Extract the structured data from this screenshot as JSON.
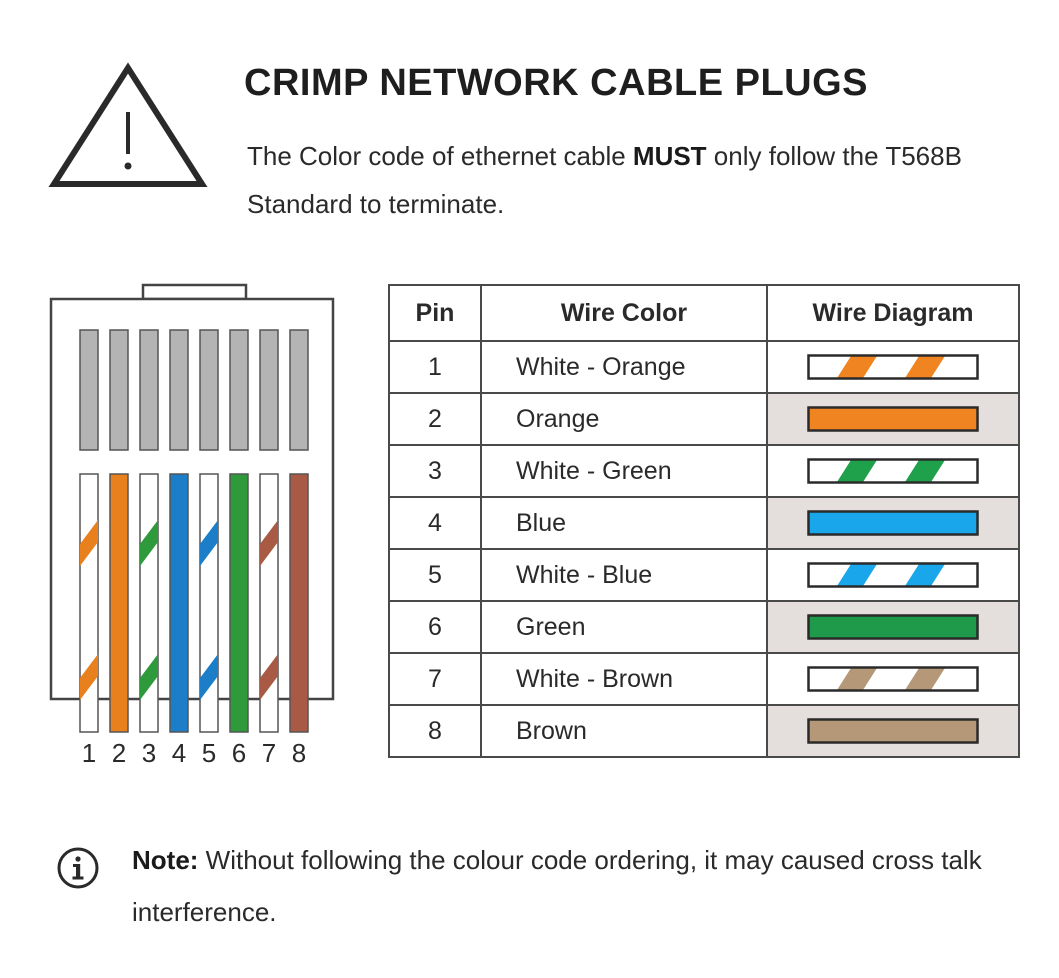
{
  "header": {
    "title": "CRIMP NETWORK CABLE PLUGS",
    "subtitle_pre": "The Color code of ethernet cable ",
    "subtitle_emph": "MUST",
    "subtitle_post": " only follow the T568B Standard to terminate."
  },
  "icons": {
    "warning": "warning-triangle-icon",
    "info": "info-circle-icon"
  },
  "connector": {
    "pin_numbers": [
      "1",
      "2",
      "3",
      "4",
      "5",
      "6",
      "7",
      "8"
    ]
  },
  "table": {
    "headers": [
      "Pin",
      "Wire Color",
      "Wire Diagram"
    ],
    "rows": [
      {
        "pin": "1",
        "color_name": "White - Orange",
        "hex": "#f08420",
        "striped": true
      },
      {
        "pin": "2",
        "color_name": "Orange",
        "hex": "#f08420",
        "striped": false
      },
      {
        "pin": "3",
        "color_name": "White - Green",
        "hex": "#1fa04a",
        "striped": true
      },
      {
        "pin": "4",
        "color_name": "Blue",
        "hex": "#1aa6ea",
        "striped": false
      },
      {
        "pin": "5",
        "color_name": "White - Blue",
        "hex": "#1aa6ea",
        "striped": true
      },
      {
        "pin": "6",
        "color_name": "Green",
        "hex": "#1e9a4a",
        "striped": false
      },
      {
        "pin": "7",
        "color_name": "White - Brown",
        "hex": "#b49878",
        "striped": true
      },
      {
        "pin": "8",
        "color_name": "Brown",
        "hex": "#b49878",
        "striped": false
      }
    ]
  },
  "connector_colors": {
    "orange": "#e8801e",
    "green": "#2e9a3c",
    "blue": "#1c7ec8",
    "brown": "#a85a44",
    "contact": "#b4b4b4"
  },
  "note": {
    "label": "Note:",
    "text": " Without following the colour code ordering, it may caused cross talk interference."
  }
}
